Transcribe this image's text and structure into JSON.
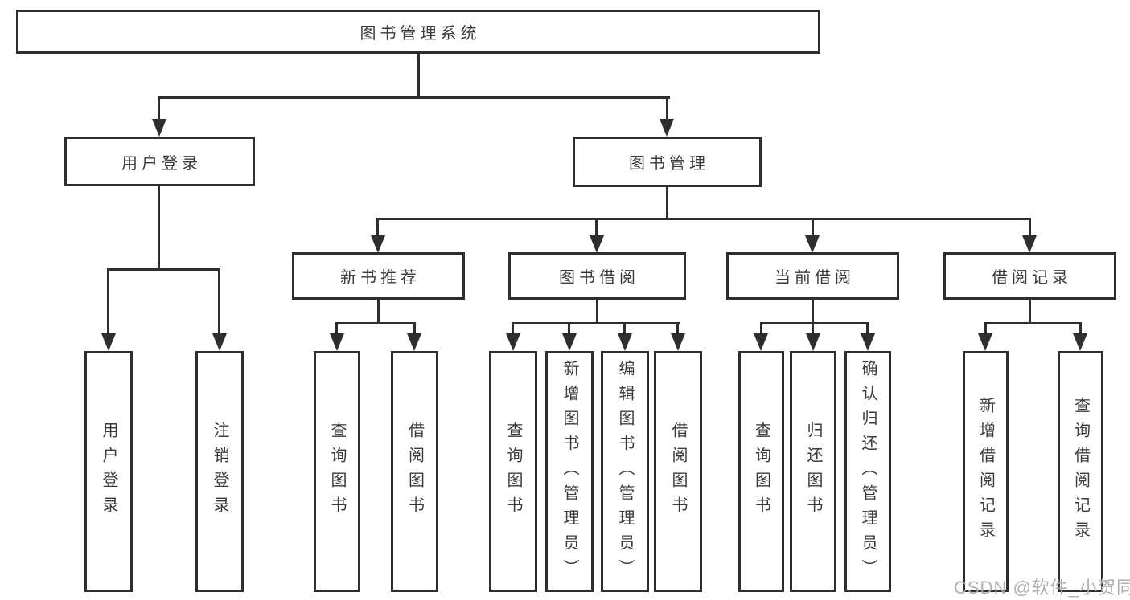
{
  "diagram": {
    "title": "图书管理系统",
    "tree": {
      "label": "图书管理系统",
      "children": [
        {
          "label": "用户登录",
          "children": [
            {
              "label": "用户登录"
            },
            {
              "label": "注销登录"
            }
          ]
        },
        {
          "label": "图书管理",
          "children": [
            {
              "label": "新书推荐",
              "children": [
                {
                  "label": "查询图书"
                },
                {
                  "label": "借阅图书"
                }
              ]
            },
            {
              "label": "图书借阅",
              "children": [
                {
                  "label": "查询图书"
                },
                {
                  "label": "新增图书（管理员）"
                },
                {
                  "label": "编辑图书（管理员）"
                },
                {
                  "label": "借阅图书"
                }
              ]
            },
            {
              "label": "当前借阅",
              "children": [
                {
                  "label": "查询图书"
                },
                {
                  "label": "归还图书"
                },
                {
                  "label": "确认归还（管理员）"
                }
              ]
            },
            {
              "label": "借阅记录",
              "children": [
                {
                  "label": "新增借阅记录"
                },
                {
                  "label": "查询借阅记录"
                }
              ]
            }
          ]
        }
      ]
    }
  },
  "watermark": {
    "text": "CSDN @软件_小贺同学"
  },
  "colors": {
    "line": "#2e2e2e",
    "text": "#3a3a3a",
    "watermark": "#acacac",
    "background": "#ffffff"
  }
}
